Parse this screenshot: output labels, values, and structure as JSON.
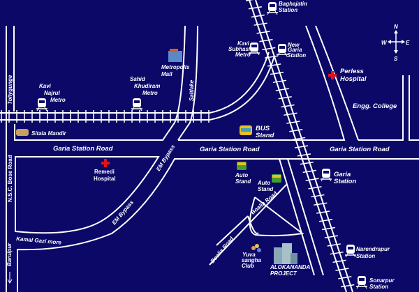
{
  "colors": {
    "background": "#0b0868",
    "road": "#ffffff",
    "hospital": "#e0141c"
  },
  "compass": {
    "n": "N",
    "s": "S",
    "e": "E",
    "w": "W"
  },
  "roads": {
    "tollygunge": "Tollygunge",
    "saltlake": "Saltlake",
    "garia_station_road": "Garia Station Road",
    "em_bypass": "EM Bypass",
    "nsc_bose_road": "N.S.C. Bose Road",
    "kamal_gazi": "Kamal Gazi more",
    "baruipur": "Baruipur",
    "boalia_road": "Boalia Road"
  },
  "places": {
    "kavi_najrul": [
      "Kavi",
      "Najrul",
      "Metro"
    ],
    "sahid_khudiram": [
      "Sahid",
      "Khudiram",
      "Metro"
    ],
    "metropolis": [
      "Metropolis",
      "Mall"
    ],
    "sitala_mandir": "Sitala Mandir",
    "baghajatin": [
      "Baghajatin",
      "Station"
    ],
    "kavi_subhash": [
      "Kavi",
      "Subhash",
      "Metro"
    ],
    "new_garia": [
      "New",
      "Garia",
      "Station"
    ],
    "perless": [
      "Perless",
      "Hospital"
    ],
    "engg_college": "Engg. College",
    "bus_stand": [
      "BUS",
      "Stand"
    ],
    "remedi": [
      "Remedi",
      "Hospital"
    ],
    "auto_stand_1": [
      "Auto",
      "Stand"
    ],
    "auto_stand_2": [
      "Auto",
      "Stand"
    ],
    "garia_station": [
      "Garia",
      "Station"
    ],
    "yuva_sangha": [
      "Yuva",
      "sangha",
      "Club"
    ],
    "alokananda": [
      "ALOKANANDA",
      "PROJECT"
    ],
    "narendrapur": [
      "Narendrapur",
      "Station"
    ],
    "sonarpur": [
      "Sonarpur",
      "Station"
    ]
  }
}
